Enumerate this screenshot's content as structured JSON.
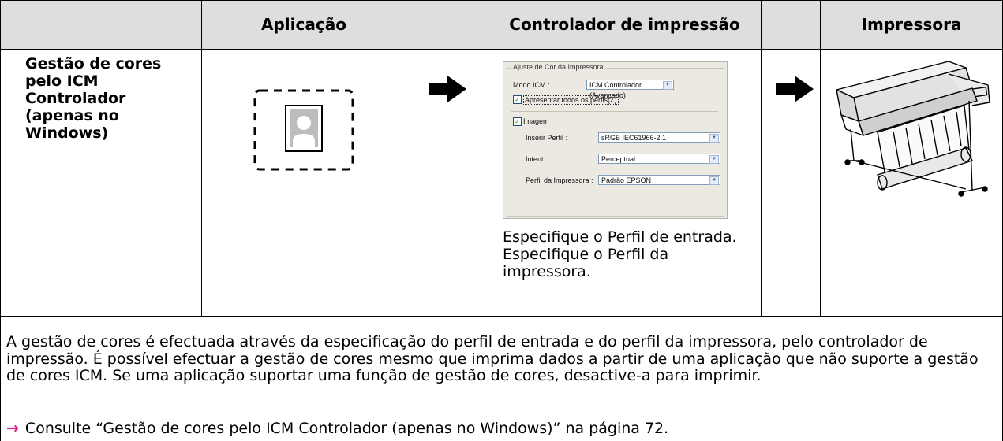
{
  "table": {
    "headers": {
      "col_application": "Aplicação",
      "col_driver": "Controlador de impressão",
      "col_printer": "Impressora"
    },
    "row_label": "Gestão de cores pelo ICM Controlador (apenas no Windows)",
    "driver_note": {
      "line1": "Especifique o Perfil de entrada.",
      "line2": "Especifique o Perfil da impressora."
    }
  },
  "dialog": {
    "group_title": "Ajuste de Cor da Impressora",
    "mode_label": "Modo ICM :",
    "mode_value": "ICM Controlador (Avançado)",
    "show_all_profiles_label": "Apresentar todos os perfis(Z)",
    "show_all_profiles_checked": true,
    "image_label": "Imagem",
    "image_checked": true,
    "input_profile_label": "Inserir Perfil :",
    "input_profile_value": "sRGB IEC61966-2.1",
    "intent_label": "Intent :",
    "intent_value": "Perceptual",
    "printer_profile_label": "Perfil da Impressora :",
    "printer_profile_value": "Padrão EPSON"
  },
  "description": "A gestão de cores é efectuada através da especificação do perfil de entrada e do perfil da impressora, pelo controlador de impressão. É possível efectuar a gestão de cores mesmo que imprima dados a partir de uma aplicação que não suporte a gestão de cores ICM. Se uma aplicação suportar uma função de gestão de cores, desactive-a para imprimir.",
  "reference": {
    "arrow": "→",
    "text": "Consulte “Gestão de cores pelo ICM Controlador (apenas no Windows)” na página 72."
  },
  "colors": {
    "header_bg": "#dedede",
    "reference_arrow": "#d81b8c"
  }
}
